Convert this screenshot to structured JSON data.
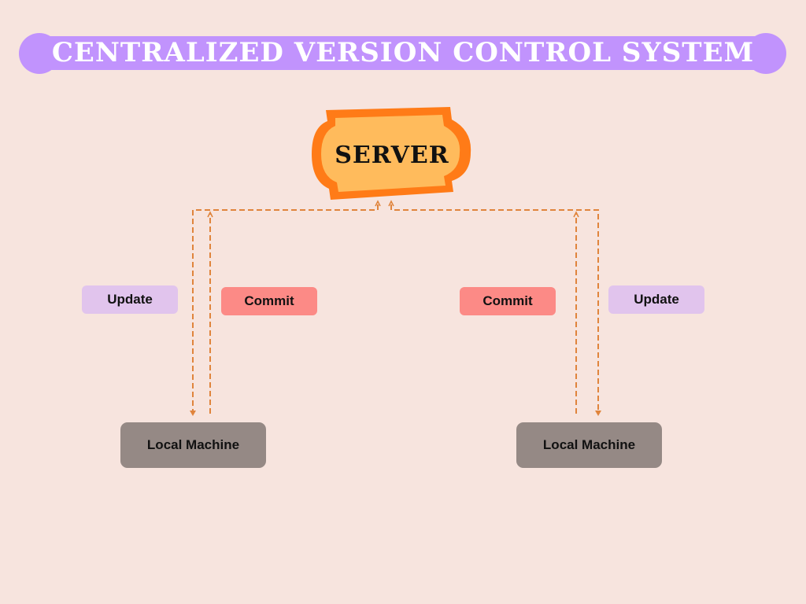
{
  "title": "CENTRALIZED VERSION CONTROL SYSTEM",
  "server": {
    "label": "SERVER"
  },
  "left": {
    "update_label": "Update",
    "commit_label": "Commit",
    "machine_label": "Local Machine"
  },
  "right": {
    "commit_label": "Commit",
    "update_label": "Update",
    "machine_label": "Local Machine"
  },
  "colors": {
    "background": "#f7e4de",
    "title_band": "#c193fd",
    "server_fill": "#ffbb5c",
    "server_border": "#ff7b17",
    "update_fill": "#e1c4ed",
    "commit_fill": "#fc8a86",
    "machine_fill": "#958985",
    "connector": "#e0843c"
  }
}
